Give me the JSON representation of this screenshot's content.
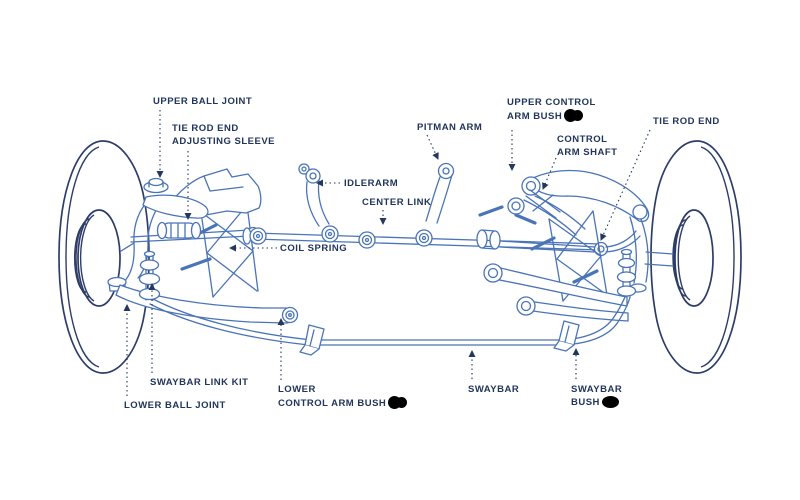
{
  "diagram": {
    "title": "Front suspension and steering parts diagram",
    "colors": {
      "part_line_blue": "#4a74b8",
      "tire_navy": "#2e3d68",
      "label_navy": "#22355c",
      "background": "#ffffff",
      "redaction_black": "#000000"
    },
    "labels": {
      "upper_ball_joint": {
        "lines": [
          "UPPER BALL JOINT"
        ]
      },
      "tie_rod_end_adjusting_sleeve": {
        "lines": [
          "TIE ROD END",
          "ADJUSTING SLEEVE"
        ]
      },
      "pitman_arm": {
        "lines": [
          "PITMAN ARM"
        ]
      },
      "idlerarm": {
        "lines": [
          "IDLERARM"
        ]
      },
      "center_link": {
        "lines": [
          "CENTER LINK"
        ]
      },
      "coil_spring": {
        "lines": [
          "COIL SPRING"
        ]
      },
      "upper_control_arm_bushing": {
        "lines": [
          "UPPER CONTROL",
          "ARM BUSH"
        ],
        "redacted_suffix": true
      },
      "control_arm_shaft": {
        "lines": [
          "CONTROL",
          "ARM SHAFT"
        ]
      },
      "tie_rod_end_right": {
        "lines": [
          "TIE ROD END"
        ]
      },
      "swaybar_link_kit": {
        "lines": [
          "SWAYBAR LINK KIT"
        ]
      },
      "lower_ball_joint": {
        "lines": [
          "LOWER BALL JOINT"
        ]
      },
      "lower_control_arm_bushing": {
        "lines": [
          "LOWER",
          "CONTROL ARM BUSH"
        ],
        "redacted_suffix": true
      },
      "swaybar": {
        "lines": [
          "SWAYBAR"
        ]
      },
      "swaybar_bushing": {
        "lines": [
          "SWAYBAR",
          "BUSH"
        ],
        "redacted_suffix": true
      }
    }
  }
}
